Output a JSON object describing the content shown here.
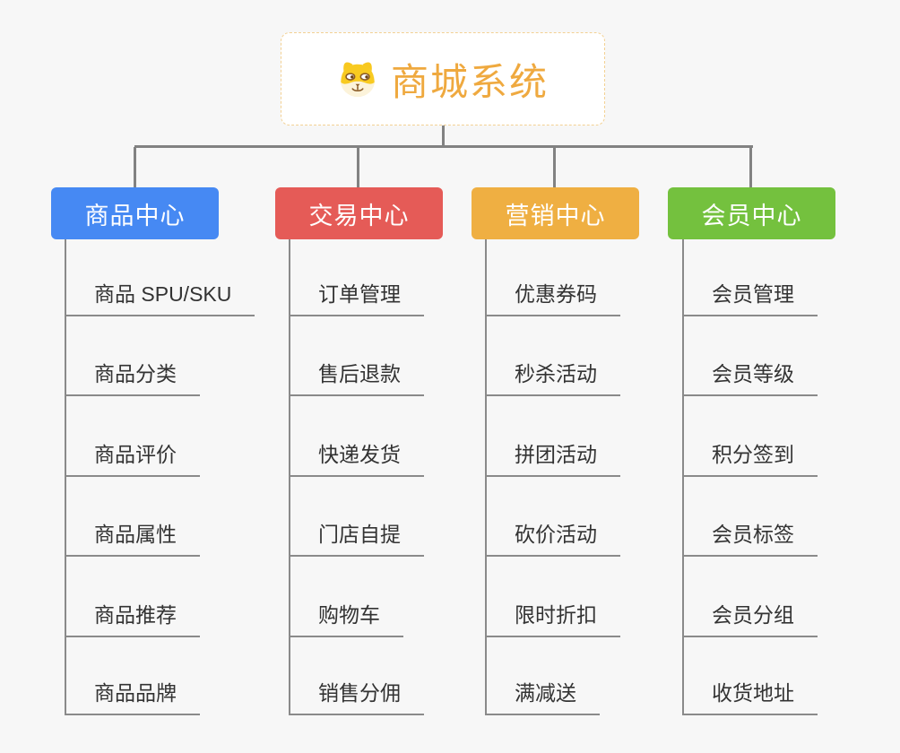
{
  "root": {
    "label": "商城系统",
    "icon": "dog-icon"
  },
  "branches": [
    {
      "id": "product-center",
      "label": "商品中心",
      "color": "#4689F3",
      "children": [
        "商品 SPU/SKU",
        "商品分类",
        "商品评价",
        "商品属性",
        "商品推荐",
        "商品品牌"
      ]
    },
    {
      "id": "trade-center",
      "label": "交易中心",
      "color": "#E55B57",
      "children": [
        "订单管理",
        "售后退款",
        "快递发货",
        "门店自提",
        "购物车",
        "销售分佣"
      ]
    },
    {
      "id": "marketing-center",
      "label": "营销中心",
      "color": "#EFAF42",
      "children": [
        "优惠券码",
        "秒杀活动",
        "拼团活动",
        "砍价活动",
        "限时折扣",
        "满减送"
      ]
    },
    {
      "id": "member-center",
      "label": "会员中心",
      "color": "#74C13E",
      "children": [
        "会员管理",
        "会员等级",
        "积分签到",
        "会员标签",
        "会员分组",
        "收货地址"
      ]
    }
  ],
  "colors": {
    "background": "#F7F7F7",
    "connector": "#828282",
    "leaf_underline": "#8A8A8A",
    "leaf_text": "#333333",
    "root_text": "#EFA93F",
    "root_border": "#F3D193",
    "branch_text": "#FFFFFF"
  }
}
